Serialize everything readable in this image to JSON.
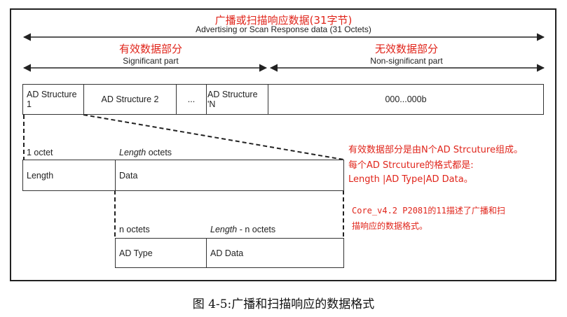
{
  "header": {
    "title_cn": "广播或扫描响应数据(31字节)",
    "title_en": "Advertising or Scan Response data (31 Octets)"
  },
  "parts": {
    "significant_cn": "有效数据部分",
    "significant_en": "Significant part",
    "nonsignificant_cn": "无效数据部分",
    "nonsignificant_en": "Non-significant part"
  },
  "structures": {
    "s1": "AD Structure 1",
    "s2": "AD Structure 2",
    "dots": "...",
    "sn": "AD Structure 'N",
    "zeros": "000...000b"
  },
  "detail": {
    "octet1": "1 octet",
    "length_octets_italic": "Length",
    "length_octets_rest": " octets",
    "length_cell": "Length",
    "data_cell": "Data"
  },
  "sub": {
    "n_octets": "n octets",
    "len_minus_italic": "Length",
    "len_minus_rest": " - n octets",
    "ad_type": "AD Type",
    "ad_data": "AD Data"
  },
  "notes": {
    "line1": "有效数据部分是由N个AD Strcuture组成。",
    "line2": "每个AD Strcuture的格式都是:",
    "line3": "Length |AD Type|AD Data。",
    "core1": "Core_v4.2 P2081的11描述了广播和扫",
    "core2": "描响应的数据格式。"
  },
  "caption": "图 4-5:广播和扫描响应的数据格式"
}
